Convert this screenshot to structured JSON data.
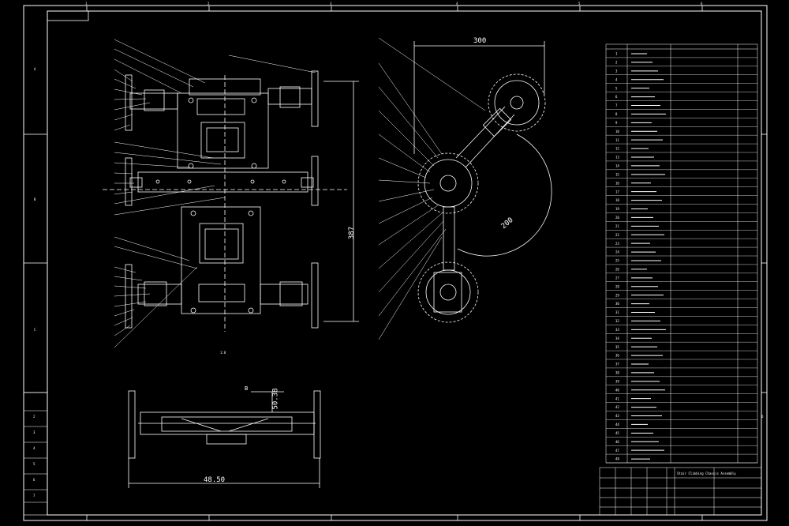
{
  "sheet": {
    "background": "#000000",
    "line_color": "#ffffff",
    "zone_columns": [
      "1",
      "2",
      "3",
      "4",
      "5",
      "6"
    ],
    "zone_rows": [
      "A",
      "B",
      "C",
      "D"
    ]
  },
  "views": {
    "top_view_scale": "1:8",
    "section_marker": "B",
    "dim_arm_length": "300",
    "dim_height": "387",
    "dim_arc": "200",
    "dim_front_width": "50.38",
    "dim_bottom_width": "48.50"
  },
  "parts_table": {
    "row_numbers": [
      "1",
      "2",
      "3",
      "4",
      "5",
      "6",
      "7",
      "8",
      "9",
      "10",
      "11",
      "12",
      "13",
      "14",
      "15",
      "16",
      "17",
      "18",
      "19",
      "20",
      "21",
      "22",
      "23",
      "24",
      "25",
      "26",
      "27",
      "28",
      "29",
      "30",
      "31",
      "32",
      "33",
      "34",
      "35",
      "36",
      "37",
      "38",
      "39",
      "40",
      "41",
      "42",
      "43",
      "44",
      "45",
      "46",
      "47",
      "48"
    ]
  },
  "title_block": {
    "title_text": "Stair Climbing Chassis Assembly"
  },
  "left_strip": {
    "labels": [
      "2",
      "3",
      "4",
      "5",
      "6",
      "7"
    ]
  }
}
